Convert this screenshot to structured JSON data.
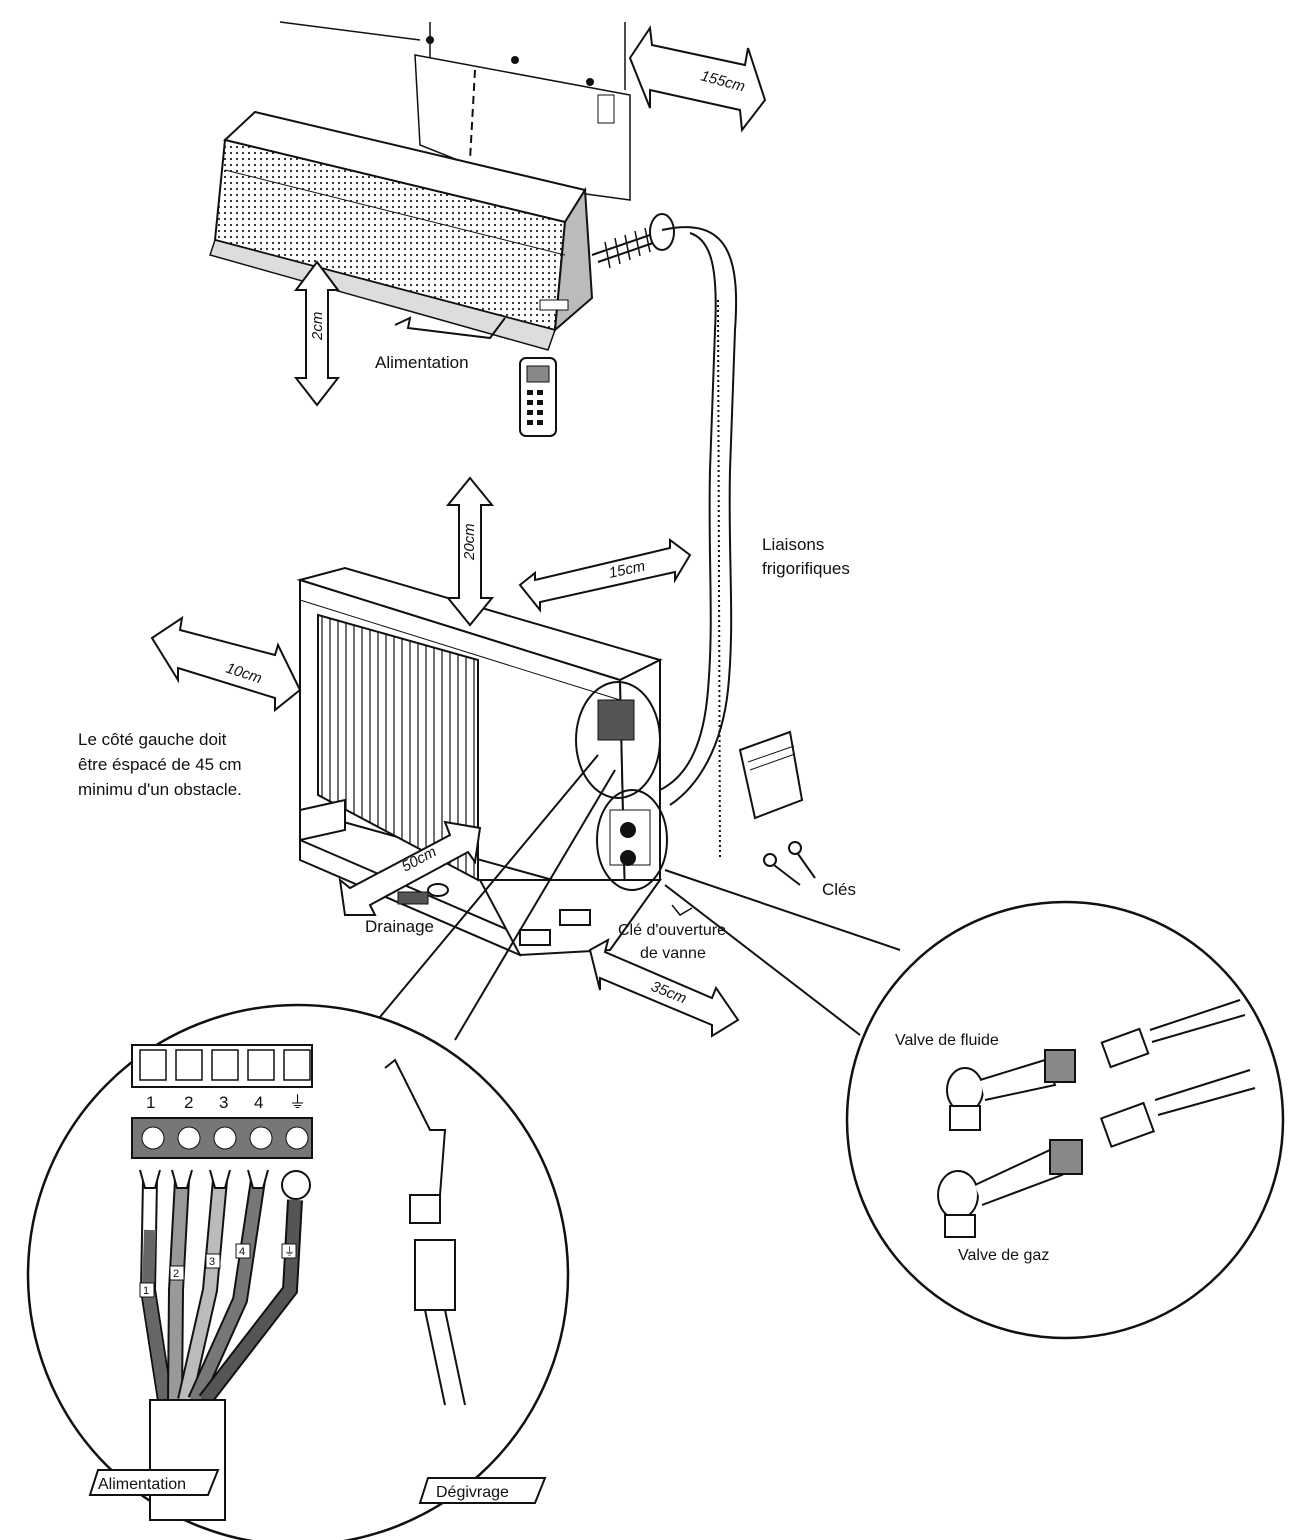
{
  "dimensions": {
    "top_clearance": "155cm",
    "indoor_bottom": "2cm",
    "outdoor_top": "20cm",
    "outdoor_right": "15cm",
    "outdoor_left": "10cm",
    "outdoor_front": "50cm",
    "outdoor_service": "35cm"
  },
  "labels": {
    "power_indoor": "Alimentation",
    "refrigerant_lines_1": "Liaisons",
    "refrigerant_lines_2": "frigorifiques",
    "left_note_1": "Le côté gauche doit",
    "left_note_2": "être éspacé de 45 cm",
    "left_note_3": "minimu d'un obstacle.",
    "drainage": "Drainage",
    "valve_key_1": "Clé d'ouverture",
    "valve_key_2": "de vanne",
    "keys": "Clés",
    "liquid_valve": "Valve de fluide",
    "gas_valve": "Valve de  gaz",
    "power_terminal": "Alimentation",
    "defrost": "Dégivrage"
  },
  "terminals": {
    "numbers": [
      "1",
      "2",
      "3",
      "4",
      "⏚"
    ],
    "wire_tags": [
      "1",
      "2",
      "3",
      "4",
      "⏚"
    ]
  },
  "icons": [
    "remote-control-icon",
    "wrench-icon",
    "drain-fitting-icon",
    "valve-icon",
    "terminal-block-icon"
  ]
}
